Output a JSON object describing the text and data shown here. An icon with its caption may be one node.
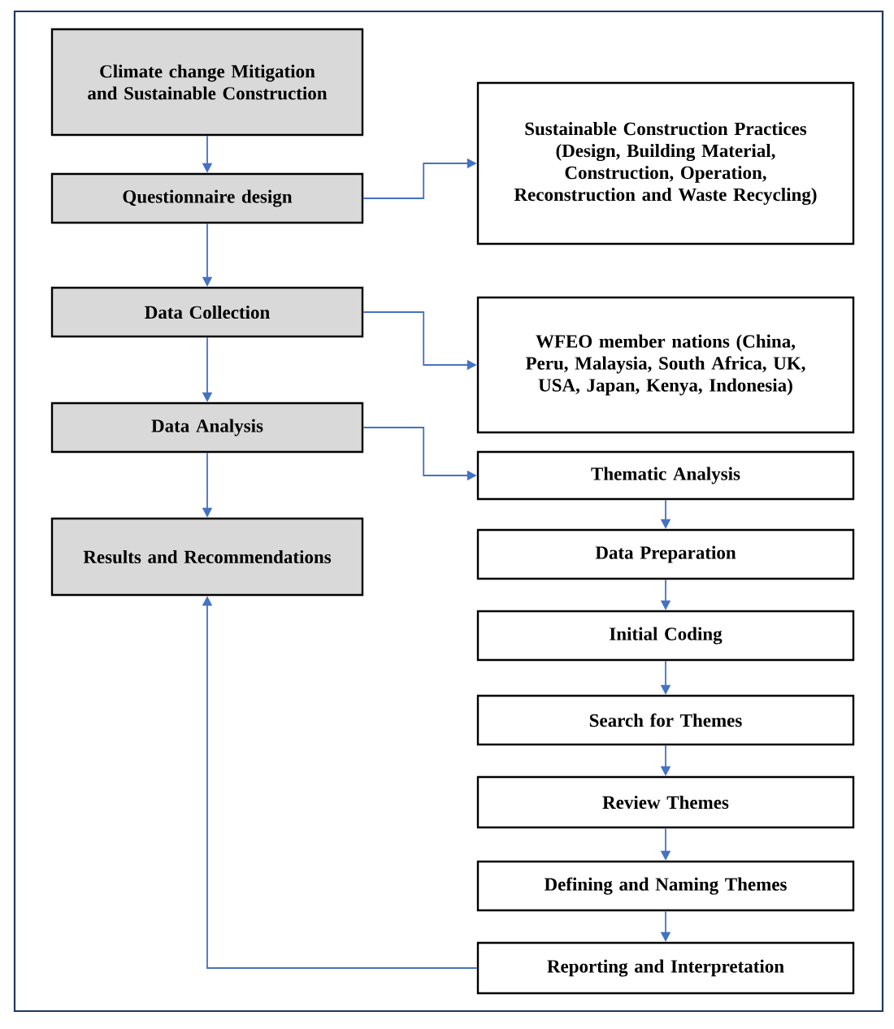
{
  "diagram": {
    "nodes": [
      {
        "text": [
          "Climate change Mitigation and Sustainable Construction"
        ]
      },
      {
        "text": [
          "Questionnaire design"
        ]
      },
      {
        "text": [
          "Data Collection"
        ]
      },
      {
        "text": [
          "Data Analysis"
        ]
      },
      {
        "text": [
          "Results and Recommendations"
        ]
      },
      {
        "text": [
          "Sustainable Construction Practices (Design, Building Material, Construction, Operation, Reconstruction and Waste Recycling)"
        ]
      },
      {
        "text": [
          "WFEO member nations (China, Peru, Malaysia, South Africa, UK, USA, Japan, Kenya, Indonesia)"
        ]
      },
      {
        "text": [
          "Thematic Analysis"
        ]
      },
      {
        "text": [
          "Data Preparation"
        ]
      },
      {
        "text": [
          "Initial Coding"
        ]
      },
      {
        "text": [
          "Search for Themes"
        ]
      },
      {
        "text": [
          "Review Themes"
        ]
      },
      {
        "text": [
          "Defining and Naming Themes"
        ]
      },
      {
        "text": [
          "Reporting and Interpretation"
        ]
      }
    ],
    "edges": [
      {
        "from": 0,
        "to": 1,
        "arrow": "to"
      },
      {
        "from": 1,
        "to": 2,
        "arrow": "to"
      },
      {
        "from": 2,
        "to": 3,
        "arrow": "to"
      },
      {
        "from": 3,
        "to": 4,
        "arrow": "to"
      },
      {
        "from": 1,
        "to": 5,
        "arrow": "to"
      },
      {
        "from": 2,
        "to": 6,
        "arrow": "to"
      },
      {
        "from": 3,
        "to": 7,
        "arrow": "to"
      },
      {
        "from": 7,
        "to": 8,
        "arrow": "to"
      },
      {
        "from": 8,
        "to": 9,
        "arrow": "to"
      },
      {
        "from": 9,
        "to": 10,
        "arrow": "to"
      },
      {
        "from": 10,
        "to": 11,
        "arrow": "to"
      },
      {
        "from": 11,
        "to": 12,
        "arrow": "to"
      },
      {
        "from": 12,
        "to": 13,
        "arrow": "to"
      },
      {
        "from": 13,
        "to": 4,
        "arrow": "to"
      }
    ]
  }
}
